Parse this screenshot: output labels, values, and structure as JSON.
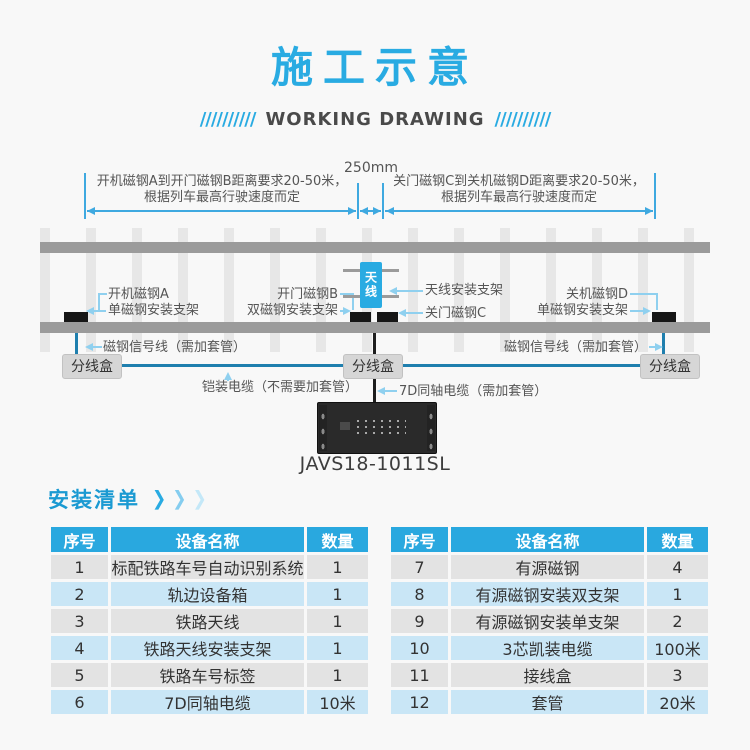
{
  "header": {
    "title": "施工示意",
    "slashes": "//////////",
    "subtitle": "WORKING DRAWING"
  },
  "diagram": {
    "dim_250": "250mm",
    "left_note_line1": "开机磁钢A到开门磁钢B距离要求20-50米，",
    "left_note_line2": "根据列车最高行驶速度而定",
    "right_note_line1": "关门磁钢C到关机磁钢D距离要求20-50米，",
    "right_note_line2": "根据列车最高行驶速度而定",
    "antenna_label": "天线",
    "antenna_bracket_label": "天线安装支架",
    "magnet_a_label": "开机磁钢A",
    "magnet_a_bracket": "单磁钢安装支架",
    "magnet_b_label": "开门磁钢B",
    "magnet_b_bracket": "双磁钢安装支架",
    "magnet_c_label": "关门磁钢C",
    "magnet_d_label": "关机磁钢D",
    "magnet_d_bracket": "单磁钢安装支架",
    "signal_wire_left": "磁钢信号线（需加套管）",
    "signal_wire_right": "磁钢信号线（需加套管）",
    "junction_box_left": "分线盒",
    "junction_box_center": "分线盒",
    "junction_box_right": "分线盒",
    "armored_cable": "铠装电缆（不需要加套管）",
    "coax_cable": "7D同轴电缆（需加套管）",
    "device_model": "JAVS18-1011SL"
  },
  "install_list": {
    "heading": "安装清单",
    "chevron": "❯",
    "tables": [
      {
        "headers": [
          "序号",
          "设备名称",
          "数量"
        ],
        "rows": [
          [
            "1",
            "标配铁路车号自动识别系统",
            "1"
          ],
          [
            "2",
            "轨边设备箱",
            "1"
          ],
          [
            "3",
            "铁路天线",
            "1"
          ],
          [
            "4",
            "铁路天线安装支架",
            "1"
          ],
          [
            "5",
            "铁路车号标签",
            "1"
          ],
          [
            "6",
            "7D同轴电缆",
            "10米"
          ]
        ]
      },
      {
        "headers": [
          "序号",
          "设备名称",
          "数量"
        ],
        "rows": [
          [
            "7",
            "有源磁钢",
            "4"
          ],
          [
            "8",
            "有源磁钢安装双支架",
            "1"
          ],
          [
            "9",
            "有源磁钢安装单支架",
            "2"
          ],
          [
            "10",
            "3芯凯装电缆",
            "100米"
          ],
          [
            "11",
            "接线盒",
            "3"
          ],
          [
            "12",
            "套管",
            "20米"
          ]
        ]
      }
    ]
  },
  "colors": {
    "accent_blue": "#29abe2",
    "table_header_blue": "#29a8df",
    "row_gray": "#e3e3e3",
    "row_blue": "#c9e6f6",
    "cable_blue": "#1f7fae",
    "pointer_blue": "#8fd0ef",
    "dimension_blue": "#3fa9e0",
    "rail_gray": "#9b9b9b",
    "background": "#f8f8f8"
  }
}
